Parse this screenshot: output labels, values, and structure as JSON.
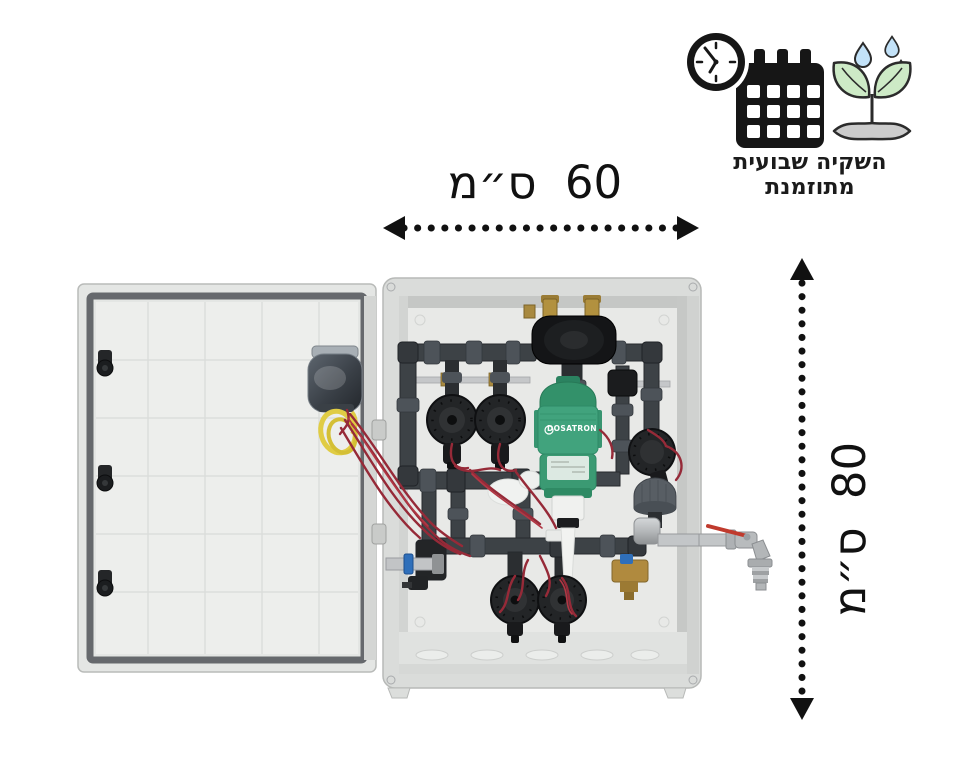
{
  "caption": {
    "text": "השקיה שבועית מתוזמנת"
  },
  "dimensions": {
    "width": {
      "value": 60,
      "unit": "ס״מ",
      "label": "60 ס״מ"
    },
    "height": {
      "value": 80,
      "unit": "ס״מ",
      "label": "80 ס״מ"
    }
  },
  "equipment": {
    "injector_brand": "DOSATRON"
  },
  "icons": {
    "schedule": "calendar-clock-icon",
    "irrigation": "watered-sprout-icon"
  },
  "colors": {
    "annotation_black": "#111111",
    "dosatron_green": "#41a37d",
    "wire_red": "#962a38",
    "leaf_green": "#cdeac6",
    "drop_blue": "#c3e2f8",
    "faucet_handle_red": "#c03a2d",
    "cabinet_gray": "#e4e6e4"
  }
}
